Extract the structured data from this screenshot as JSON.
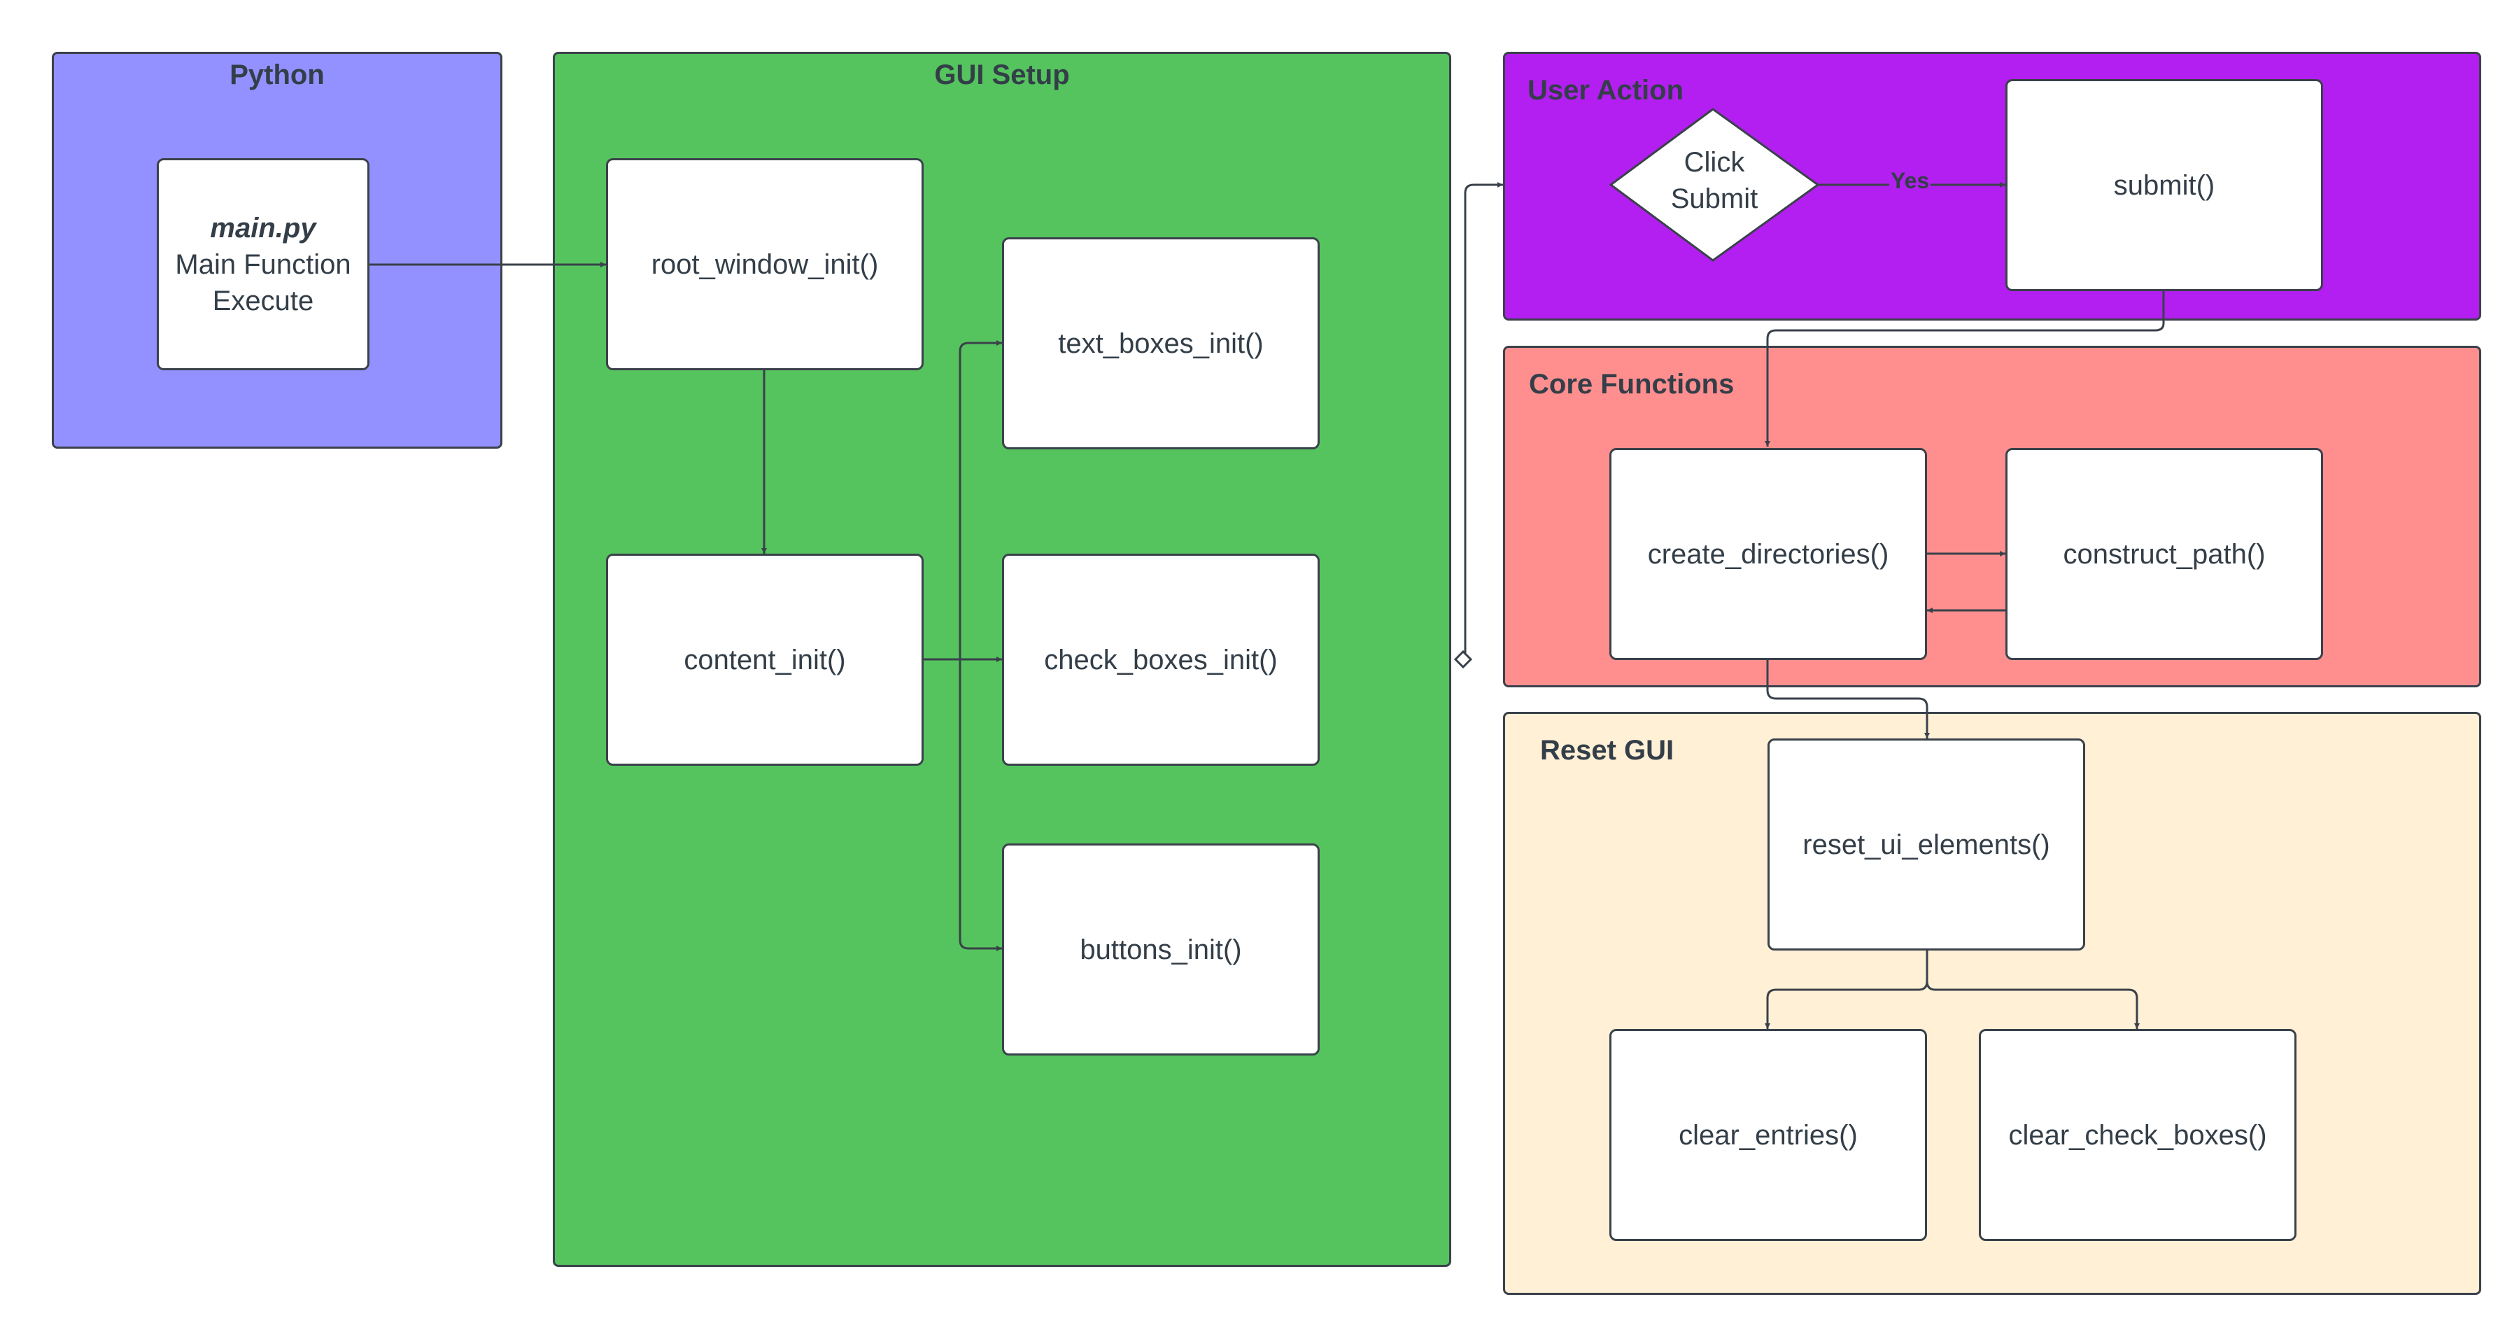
{
  "containers": {
    "python": {
      "title": "Python",
      "color": "#9391ff"
    },
    "gui_setup": {
      "title": "GUI Setup",
      "color": "#55c45e"
    },
    "user_action": {
      "title": "User Action",
      "color": "#b31ff0"
    },
    "core_functions": {
      "title": "Core Functions",
      "color": "#ff8f8f"
    },
    "reset_gui": {
      "title": "Reset GUI",
      "color": "#fff0d6"
    }
  },
  "nodes": {
    "main": {
      "title": "main.py",
      "line1": "Main Function",
      "line2": "Execute"
    },
    "root_window_init": "root_window_init()",
    "content_init": "content_init()",
    "text_boxes_init": "text_boxes_init()",
    "check_boxes_init": "check_boxes_init()",
    "buttons_init": "buttons_init()",
    "click_submit": {
      "line1": "Click",
      "line2": "Submit"
    },
    "submit": "submit()",
    "create_directories": "create_directories()",
    "construct_path": "construct_path()",
    "reset_ui_elements": "reset_ui_elements()",
    "clear_entries": "clear_entries()",
    "clear_check_boxes": "clear_check_boxes()"
  },
  "edge_labels": {
    "yes": "Yes"
  }
}
